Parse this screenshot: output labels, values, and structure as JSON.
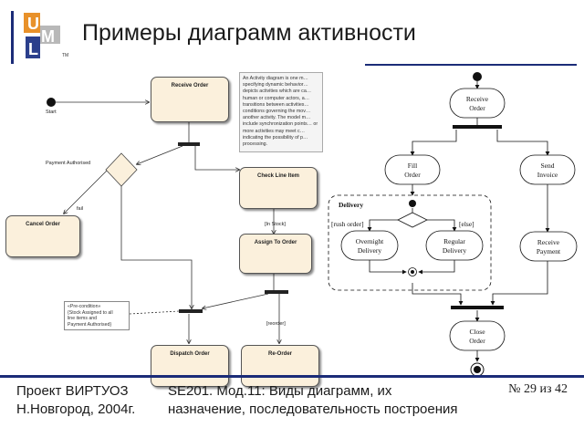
{
  "slide": {
    "title": "Примеры диаграмм активности",
    "logo_letters": [
      "U",
      "M",
      "L"
    ],
    "logo_tm": "TM"
  },
  "footer": {
    "project": "Проект ВИРТУОЗ",
    "place_year": "Н.Новгород, 2004г.",
    "course": "SE201. Мод.11: Виды диаграмм, их",
    "course_line2": "назначение, последовательность построения",
    "page": "№ 29 из 42"
  },
  "left_diagram": {
    "start_label": "Start",
    "nodes": {
      "receive_order": "Receive Order",
      "check_line_item": "Check Line Item",
      "assign_to_order": "Assign To Order",
      "cancel_order": "Cancel Order",
      "dispatch_order": "Dispatch Order",
      "re_order": "Re-Order"
    },
    "guards": {
      "payment_authorised": "Payment Authorised",
      "fail": "fail",
      "in_stock": "[In Stock]",
      "reorder": "[reorder]"
    },
    "description": "An Activity diagram is one m… specifying dynamic behavior… depicts activities which are ca… human or computer actors, a… transitions between activities… conditions governing the mov… another activity. The model m… include synchronization points… or more activities may meet c… indicating the possibility of p… processing.",
    "note": {
      "line1": "«Pre-condition»",
      "line2": "{Stock Assigned to all",
      "line3": "line items and",
      "line4": "Payment Authorised}"
    }
  },
  "right_diagram": {
    "nodes": {
      "receive_order": [
        "Receive",
        "Order"
      ],
      "fill_order": [
        "Fill",
        "Order"
      ],
      "send_invoice": [
        "Send",
        "Invoice"
      ],
      "overnight_delivery": [
        "Overnight",
        "Delivery"
      ],
      "regular_delivery": [
        "Regular",
        "Delivery"
      ],
      "receive_payment": [
        "Receive",
        "Payment"
      ],
      "close_order": [
        "Close",
        "Order"
      ]
    },
    "region_label": "Delivery",
    "guards": {
      "rush_order": "[rush order]",
      "else": "[else]"
    }
  },
  "colors": {
    "accent_bar": "#1b2c78",
    "node_fill": "#fbf0dc",
    "logo_orange": "#e8912a",
    "logo_blue": "#2b3f8c"
  }
}
